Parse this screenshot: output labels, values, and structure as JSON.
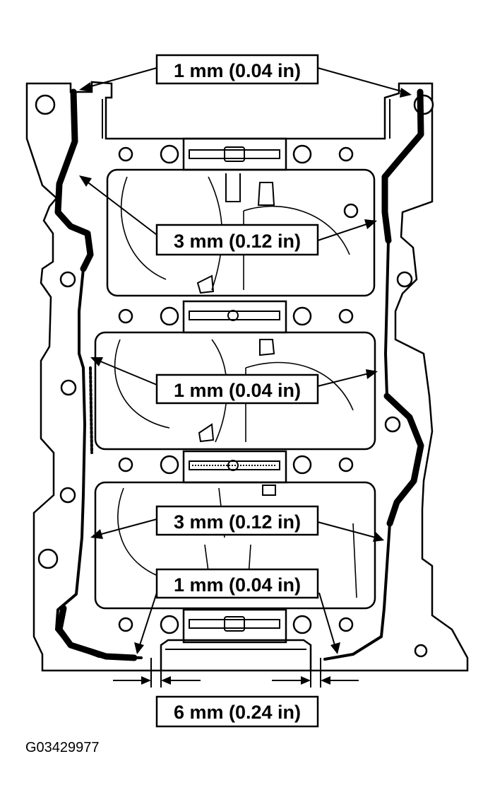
{
  "diagram": {
    "callouts": {
      "top": "1 mm (0.04 in)",
      "upper_middle": "3 mm (0.12 in)",
      "middle": "1 mm (0.04 in)",
      "lower_middle": "3 mm (0.12 in)",
      "bottom": "1 mm (0.04 in)",
      "seal_width": "6 mm (0.24 in)"
    },
    "figure_id": "G03429977"
  }
}
